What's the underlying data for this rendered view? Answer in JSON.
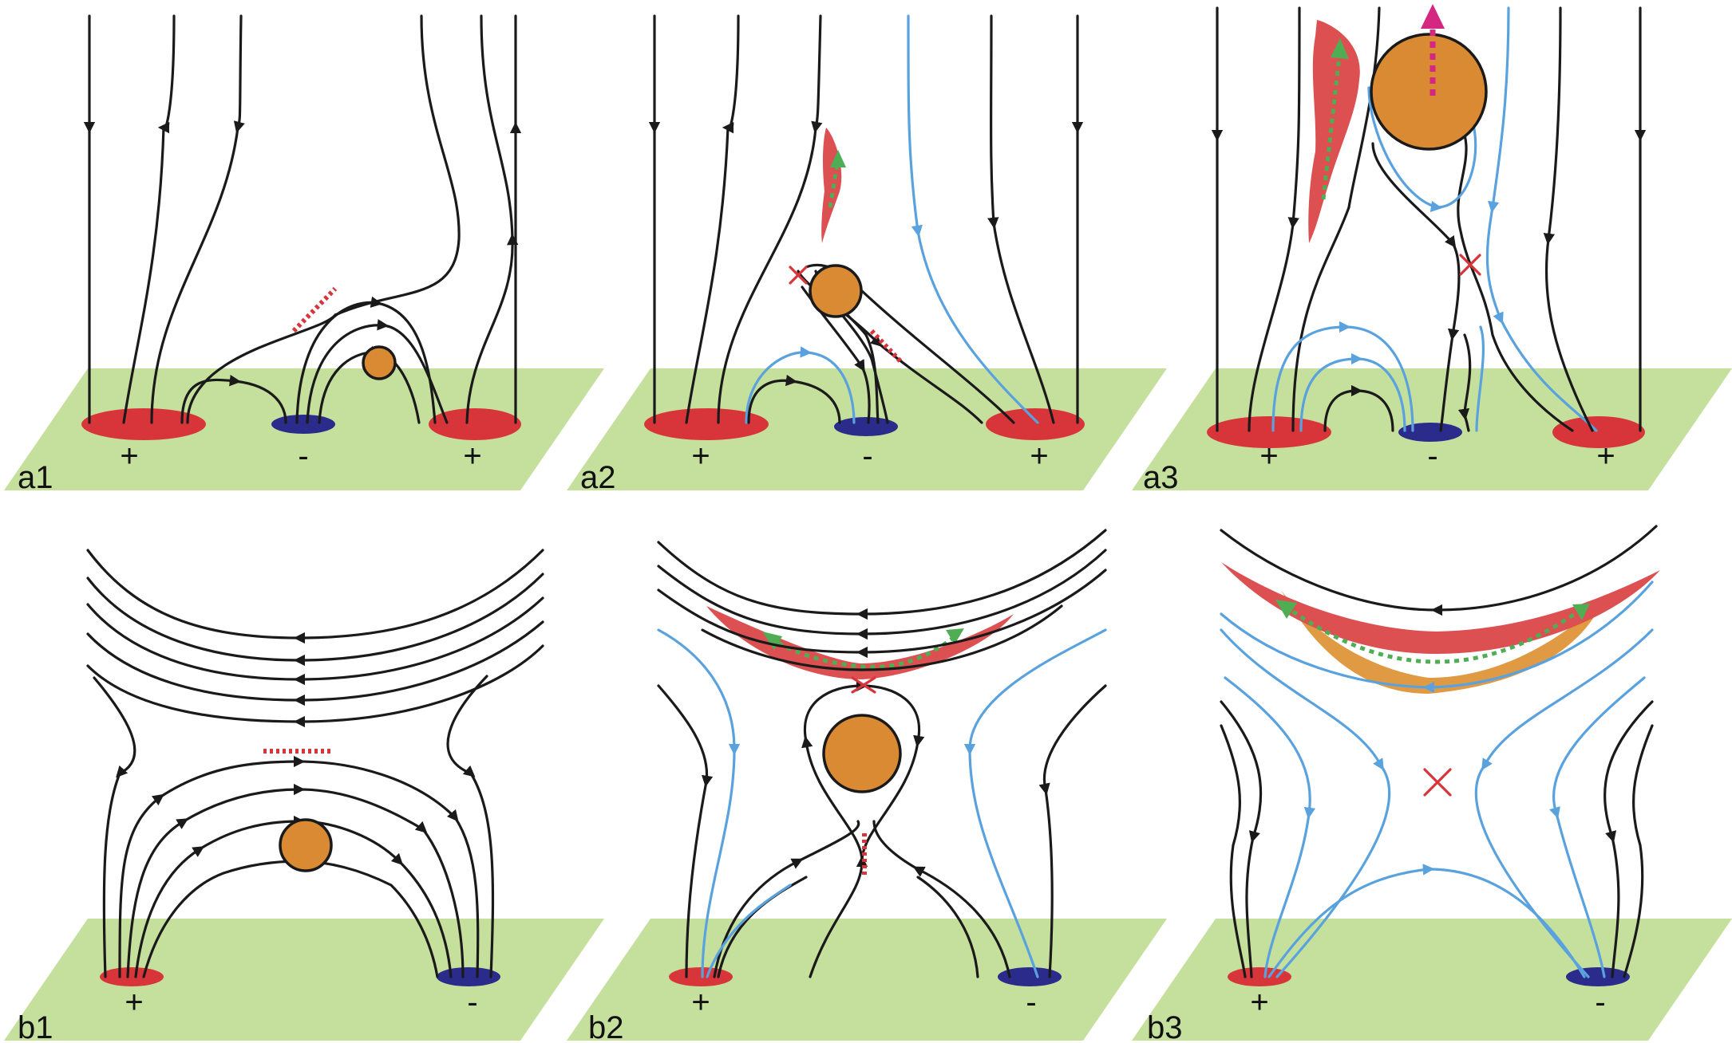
{
  "panels": [
    {
      "id": "a1",
      "label": "a1",
      "polarities": [
        "+",
        "-",
        "+"
      ]
    },
    {
      "id": "a2",
      "label": "a2",
      "polarities": [
        "+",
        "-",
        "+"
      ]
    },
    {
      "id": "a3",
      "label": "a3",
      "polarities": [
        "+",
        "-",
        "+"
      ]
    },
    {
      "id": "b1",
      "label": "b1",
      "polarities": [
        "+",
        "-"
      ]
    },
    {
      "id": "b2",
      "label": "b2",
      "polarities": [
        "+",
        "-"
      ]
    },
    {
      "id": "b3",
      "label": "b3",
      "polarities": [
        "+",
        "-"
      ]
    }
  ],
  "colors": {
    "photosphere_plane": "#c5df9d",
    "positive_polarity": "#d8353b",
    "negative_polarity": "#2b2b8c",
    "field_line": "#1a1a1a",
    "reconnected_field_line": "#5aa2de",
    "flux_rope": "#d98a33",
    "current_sheet_and_x_point": "#d8343a",
    "jet_material": "#dc5052",
    "jet_material_secondary": "#e19a44",
    "jet_flow_arrow": "#4fae54",
    "eruption_arrow": "#d42781"
  },
  "icons": [
    "reconnection-x-point",
    "current-sheet-dashed-bar",
    "flux-rope-circle",
    "flow-arrow",
    "eruption-arrow"
  ]
}
